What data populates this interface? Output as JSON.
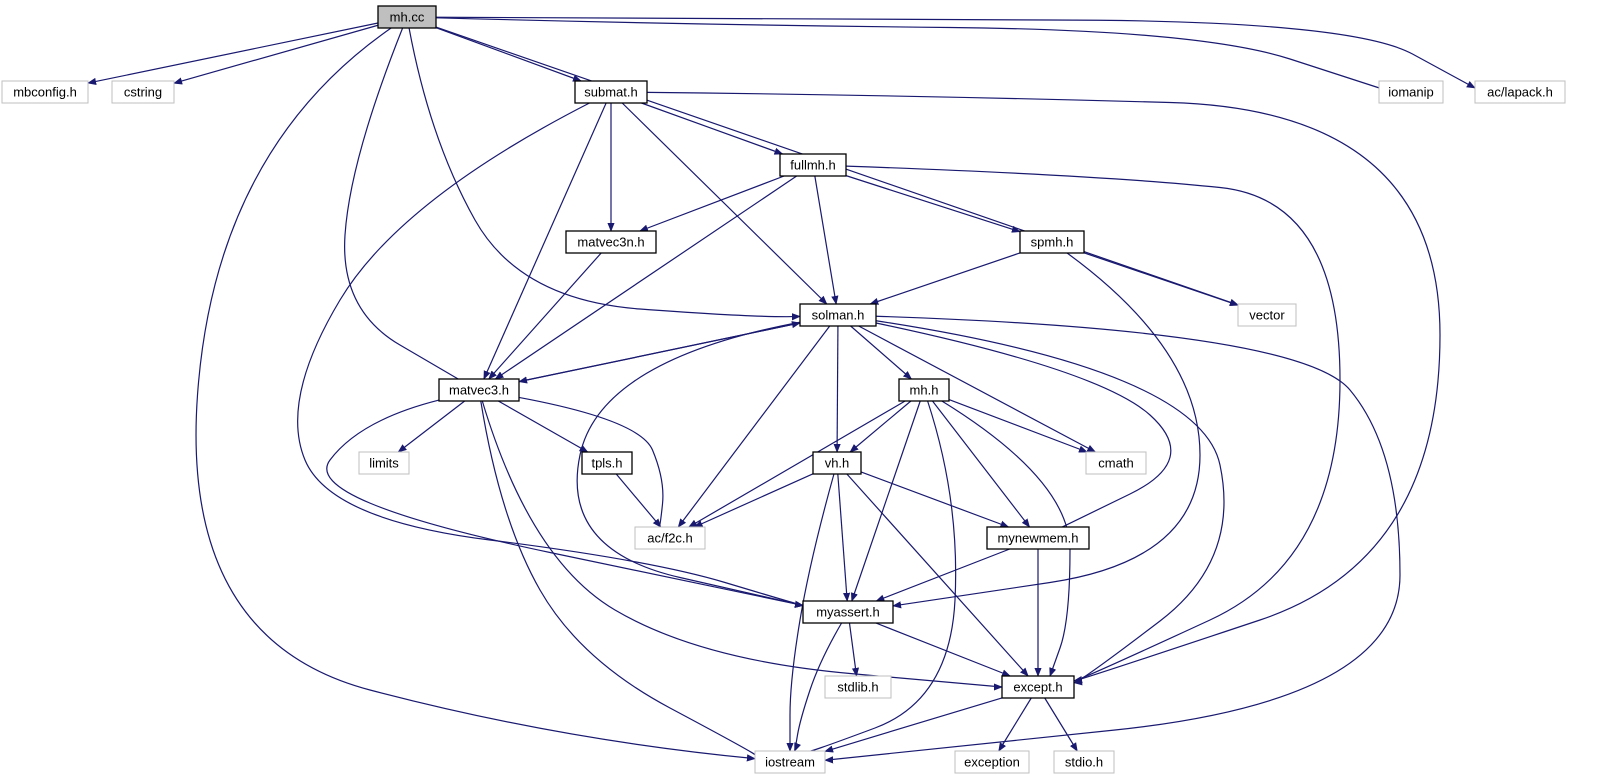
{
  "colors": {
    "edge": "#191970",
    "node_border": "#000000",
    "external_border": "#bfbfbf",
    "root_fill": "#bfbfbf"
  },
  "nodes": [
    {
      "id": "mh_cc",
      "label": "mh.cc",
      "kind": "root"
    },
    {
      "id": "mbconfig",
      "label": "mbconfig.h",
      "kind": "external"
    },
    {
      "id": "cstring",
      "label": "cstring",
      "kind": "external"
    },
    {
      "id": "iomanip",
      "label": "iomanip",
      "kind": "external"
    },
    {
      "id": "lapack",
      "label": "ac/lapack.h",
      "kind": "external"
    },
    {
      "id": "submat",
      "label": "submat.h",
      "kind": "local"
    },
    {
      "id": "fullmh",
      "label": "fullmh.h",
      "kind": "local"
    },
    {
      "id": "matvec3n",
      "label": "matvec3n.h",
      "kind": "local"
    },
    {
      "id": "spmh",
      "label": "spmh.h",
      "kind": "local"
    },
    {
      "id": "vector",
      "label": "vector",
      "kind": "external"
    },
    {
      "id": "solman",
      "label": "solman.h",
      "kind": "local"
    },
    {
      "id": "matvec3",
      "label": "matvec3.h",
      "kind": "local"
    },
    {
      "id": "mh_h",
      "label": "mh.h",
      "kind": "local"
    },
    {
      "id": "limits",
      "label": "limits",
      "kind": "external"
    },
    {
      "id": "tpls",
      "label": "tpls.h",
      "kind": "local"
    },
    {
      "id": "vh",
      "label": "vh.h",
      "kind": "local"
    },
    {
      "id": "cmath",
      "label": "cmath",
      "kind": "external"
    },
    {
      "id": "f2c",
      "label": "ac/f2c.h",
      "kind": "external"
    },
    {
      "id": "mynewmem",
      "label": "mynewmem.h",
      "kind": "local"
    },
    {
      "id": "myassert",
      "label": "myassert.h",
      "kind": "local"
    },
    {
      "id": "stdlib",
      "label": "stdlib.h",
      "kind": "external"
    },
    {
      "id": "except",
      "label": "except.h",
      "kind": "local"
    },
    {
      "id": "iostream",
      "label": "iostream",
      "kind": "external"
    },
    {
      "id": "exception",
      "label": "exception",
      "kind": "external"
    },
    {
      "id": "stdio",
      "label": "stdio.h",
      "kind": "external"
    }
  ],
  "edges": [
    [
      "mh_cc",
      "mbconfig"
    ],
    [
      "mh_cc",
      "cstring"
    ],
    [
      "mh_cc",
      "iostream"
    ],
    [
      "mh_cc",
      "matvec3"
    ],
    [
      "mh_cc",
      "solman"
    ],
    [
      "mh_cc",
      "submat"
    ],
    [
      "mh_cc",
      "vector"
    ],
    [
      "mh_cc",
      "iomanip"
    ],
    [
      "mh_cc",
      "lapack"
    ],
    [
      "submat",
      "fullmh"
    ],
    [
      "submat",
      "matvec3n"
    ],
    [
      "submat",
      "matvec3"
    ],
    [
      "submat",
      "solman"
    ],
    [
      "submat",
      "myassert"
    ],
    [
      "submat",
      "except"
    ],
    [
      "fullmh",
      "matvec3n"
    ],
    [
      "fullmh",
      "matvec3"
    ],
    [
      "fullmh",
      "solman"
    ],
    [
      "fullmh",
      "spmh"
    ],
    [
      "fullmh",
      "except"
    ],
    [
      "matvec3n",
      "matvec3"
    ],
    [
      "spmh",
      "solman"
    ],
    [
      "spmh",
      "vector"
    ],
    [
      "spmh",
      "myassert"
    ],
    [
      "solman",
      "matvec3"
    ],
    [
      "solman",
      "mh_h"
    ],
    [
      "solman",
      "vh"
    ],
    [
      "solman",
      "f2c"
    ],
    [
      "solman",
      "cmath"
    ],
    [
      "solman",
      "mynewmem"
    ],
    [
      "solman",
      "myassert"
    ],
    [
      "solman",
      "except"
    ],
    [
      "solman",
      "iostream"
    ],
    [
      "matvec3",
      "solman"
    ],
    [
      "matvec3",
      "limits"
    ],
    [
      "matvec3",
      "tpls"
    ],
    [
      "matvec3",
      "f2c"
    ],
    [
      "matvec3",
      "myassert"
    ],
    [
      "matvec3",
      "iostream"
    ],
    [
      "matvec3",
      "except"
    ],
    [
      "tpls",
      "f2c"
    ],
    [
      "mh_h",
      "vh"
    ],
    [
      "mh_h",
      "f2c"
    ],
    [
      "mh_h",
      "cmath"
    ],
    [
      "mh_h",
      "mynewmem"
    ],
    [
      "mh_h",
      "myassert"
    ],
    [
      "mh_h",
      "except"
    ],
    [
      "mh_h",
      "iostream"
    ],
    [
      "vh",
      "f2c"
    ],
    [
      "vh",
      "mynewmem"
    ],
    [
      "vh",
      "myassert"
    ],
    [
      "vh",
      "except"
    ],
    [
      "vh",
      "iostream"
    ],
    [
      "mynewmem",
      "myassert"
    ],
    [
      "mynewmem",
      "except"
    ],
    [
      "myassert",
      "stdlib"
    ],
    [
      "myassert",
      "except"
    ],
    [
      "myassert",
      "iostream"
    ],
    [
      "except",
      "exception"
    ],
    [
      "except",
      "stdio"
    ],
    [
      "except",
      "iostream"
    ]
  ]
}
